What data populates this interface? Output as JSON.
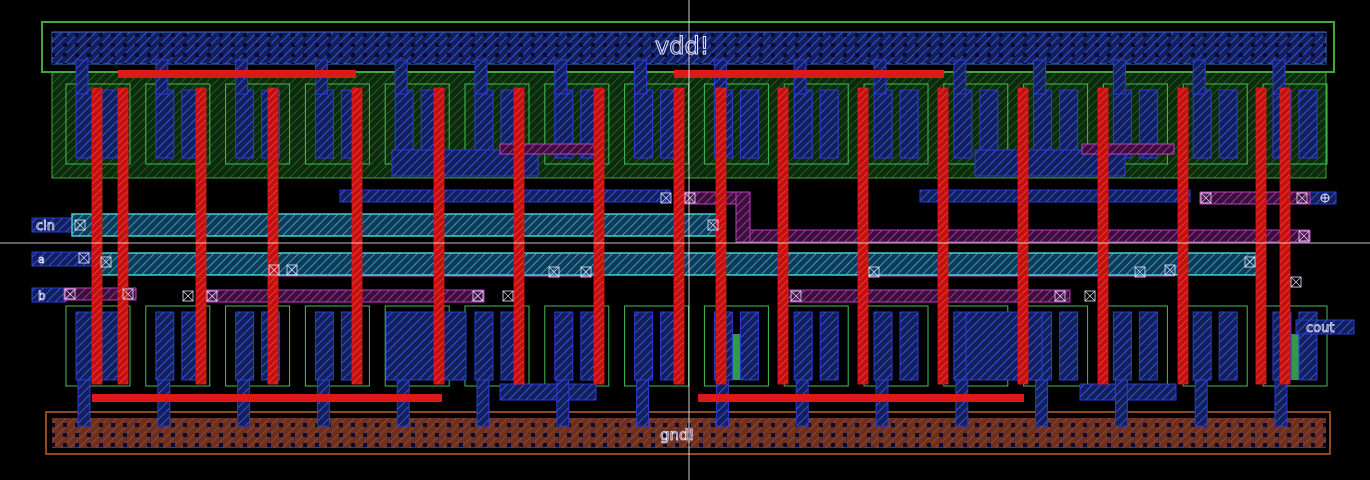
{
  "layout_view": {
    "background": "#000000",
    "colors": {
      "nwell": "#3fa83f",
      "metal1": "#2b3bd6",
      "metal2": "#c03cc0",
      "poly": "#e01818",
      "diffusion": "#3fbf5a",
      "via": "#ffffff",
      "label": "#e8e8ff",
      "gnd_rail": "#c0602a",
      "vdd_rail": "#3a6fc0",
      "crosshair": "#ffffff",
      "highlight": "#40d0d0"
    },
    "labels": {
      "vdd": "vdd!",
      "gnd": "gnd!",
      "cin": "cin",
      "a": "a",
      "b": "b",
      "cout": "cout"
    },
    "transistor_columns": 16
  }
}
